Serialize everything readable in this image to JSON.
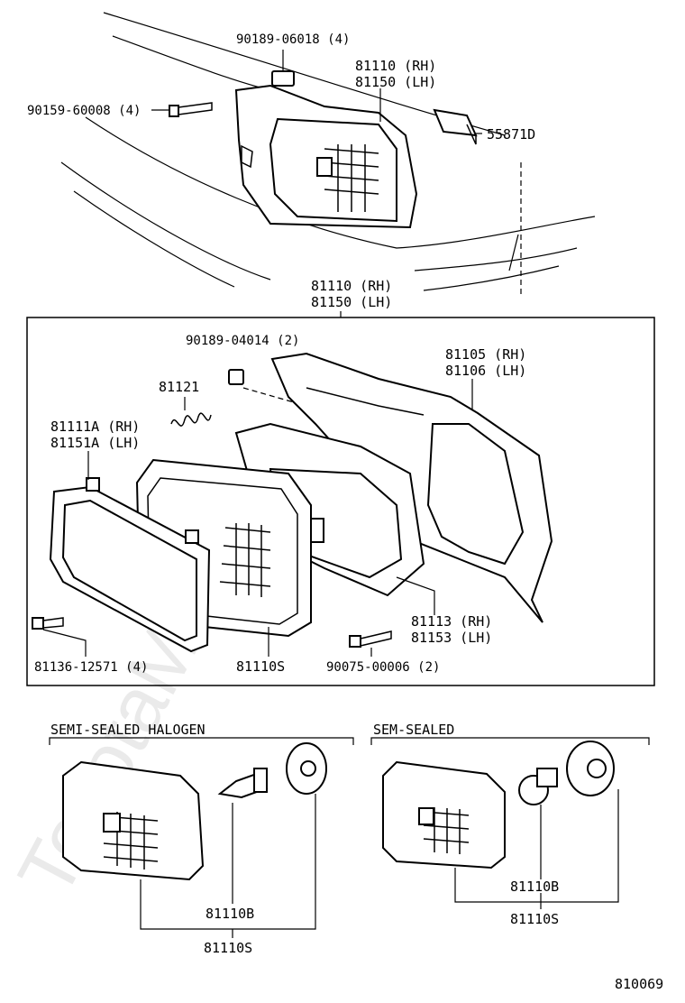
{
  "watermark": "ToyotaMiller.ru",
  "labels": {
    "p90189_06018": "90189-06018 (4)",
    "p81110_rh_top": "81110 (RH)",
    "p81150_lh_top": "81150 (LH)",
    "p90159_60008": "90159-60008 (4)",
    "p55871d": "55871D",
    "p81110_rh_mid": "81110 (RH)",
    "p81150_lh_mid": "81150 (LH)",
    "p90189_04014": "90189-04014 (2)",
    "p81105_rh": "81105 (RH)",
    "p81106_lh": "81106 (LH)",
    "p81121": "81121",
    "p81111a_rh": "81111A (RH)",
    "p81151a_lh": "81151A (LH)",
    "p81113_rh": "81113 (RH)",
    "p81153_lh": "81153 (LH)",
    "p81136_12571": "81136-12571 (4)",
    "p81110s_box": "81110S",
    "p90075_00006": "90075-00006 (2)",
    "semi_sealed_halogen": "SEMI-SEALED HALOGEN",
    "sem_sealed": "SEM-SEALED",
    "p81110b_left": "81110B",
    "p81110s_left": "81110S",
    "p81110b_right": "81110B",
    "p81110s_right": "81110S",
    "diagram_number": "810069"
  }
}
